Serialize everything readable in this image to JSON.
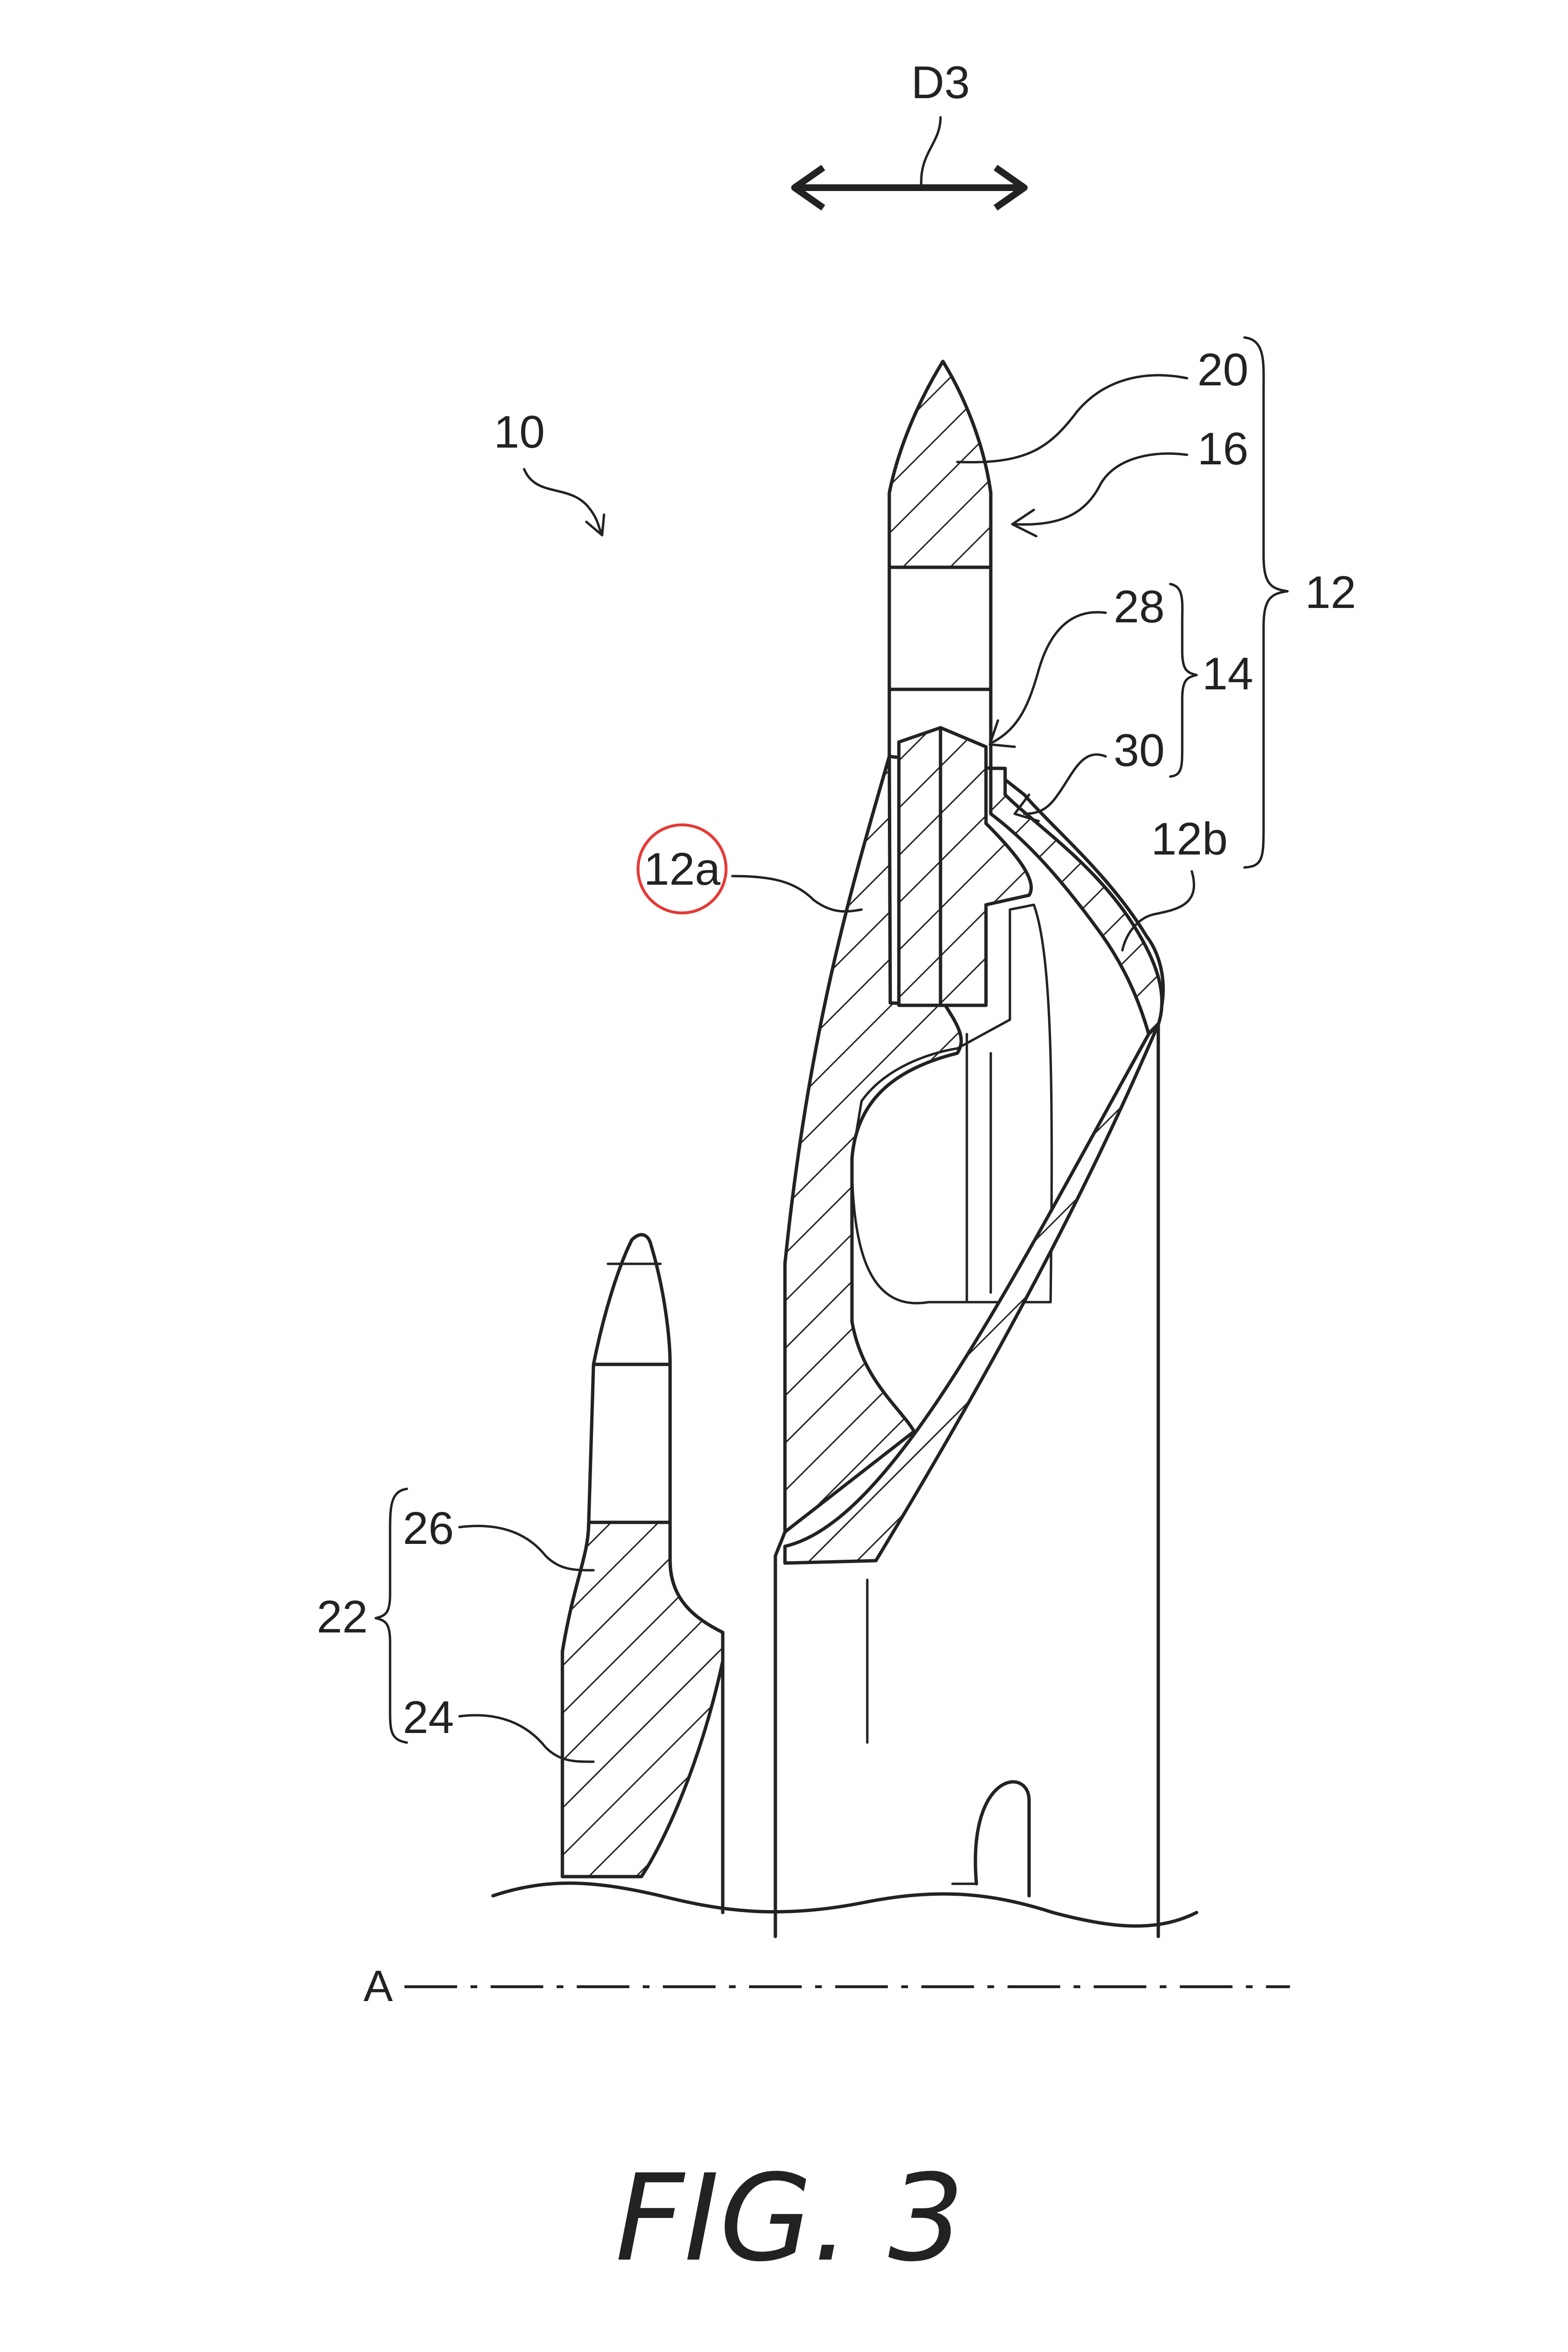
{
  "figure": {
    "direction_label": "D3",
    "caption": "FIG. 3",
    "axis_label": "A",
    "labels": {
      "assembly": "10",
      "blade_group": "12",
      "blade_edge_a": "12a",
      "blade_edge_b": "12b",
      "fitting": "14",
      "tip_piece": "16",
      "tip_core": "20",
      "small_blade": "22",
      "small_base": "24",
      "small_tip": "26",
      "inner_part": "28",
      "cover_part": "30"
    },
    "highlight_color": "#e53935",
    "line_color": "#222222"
  }
}
